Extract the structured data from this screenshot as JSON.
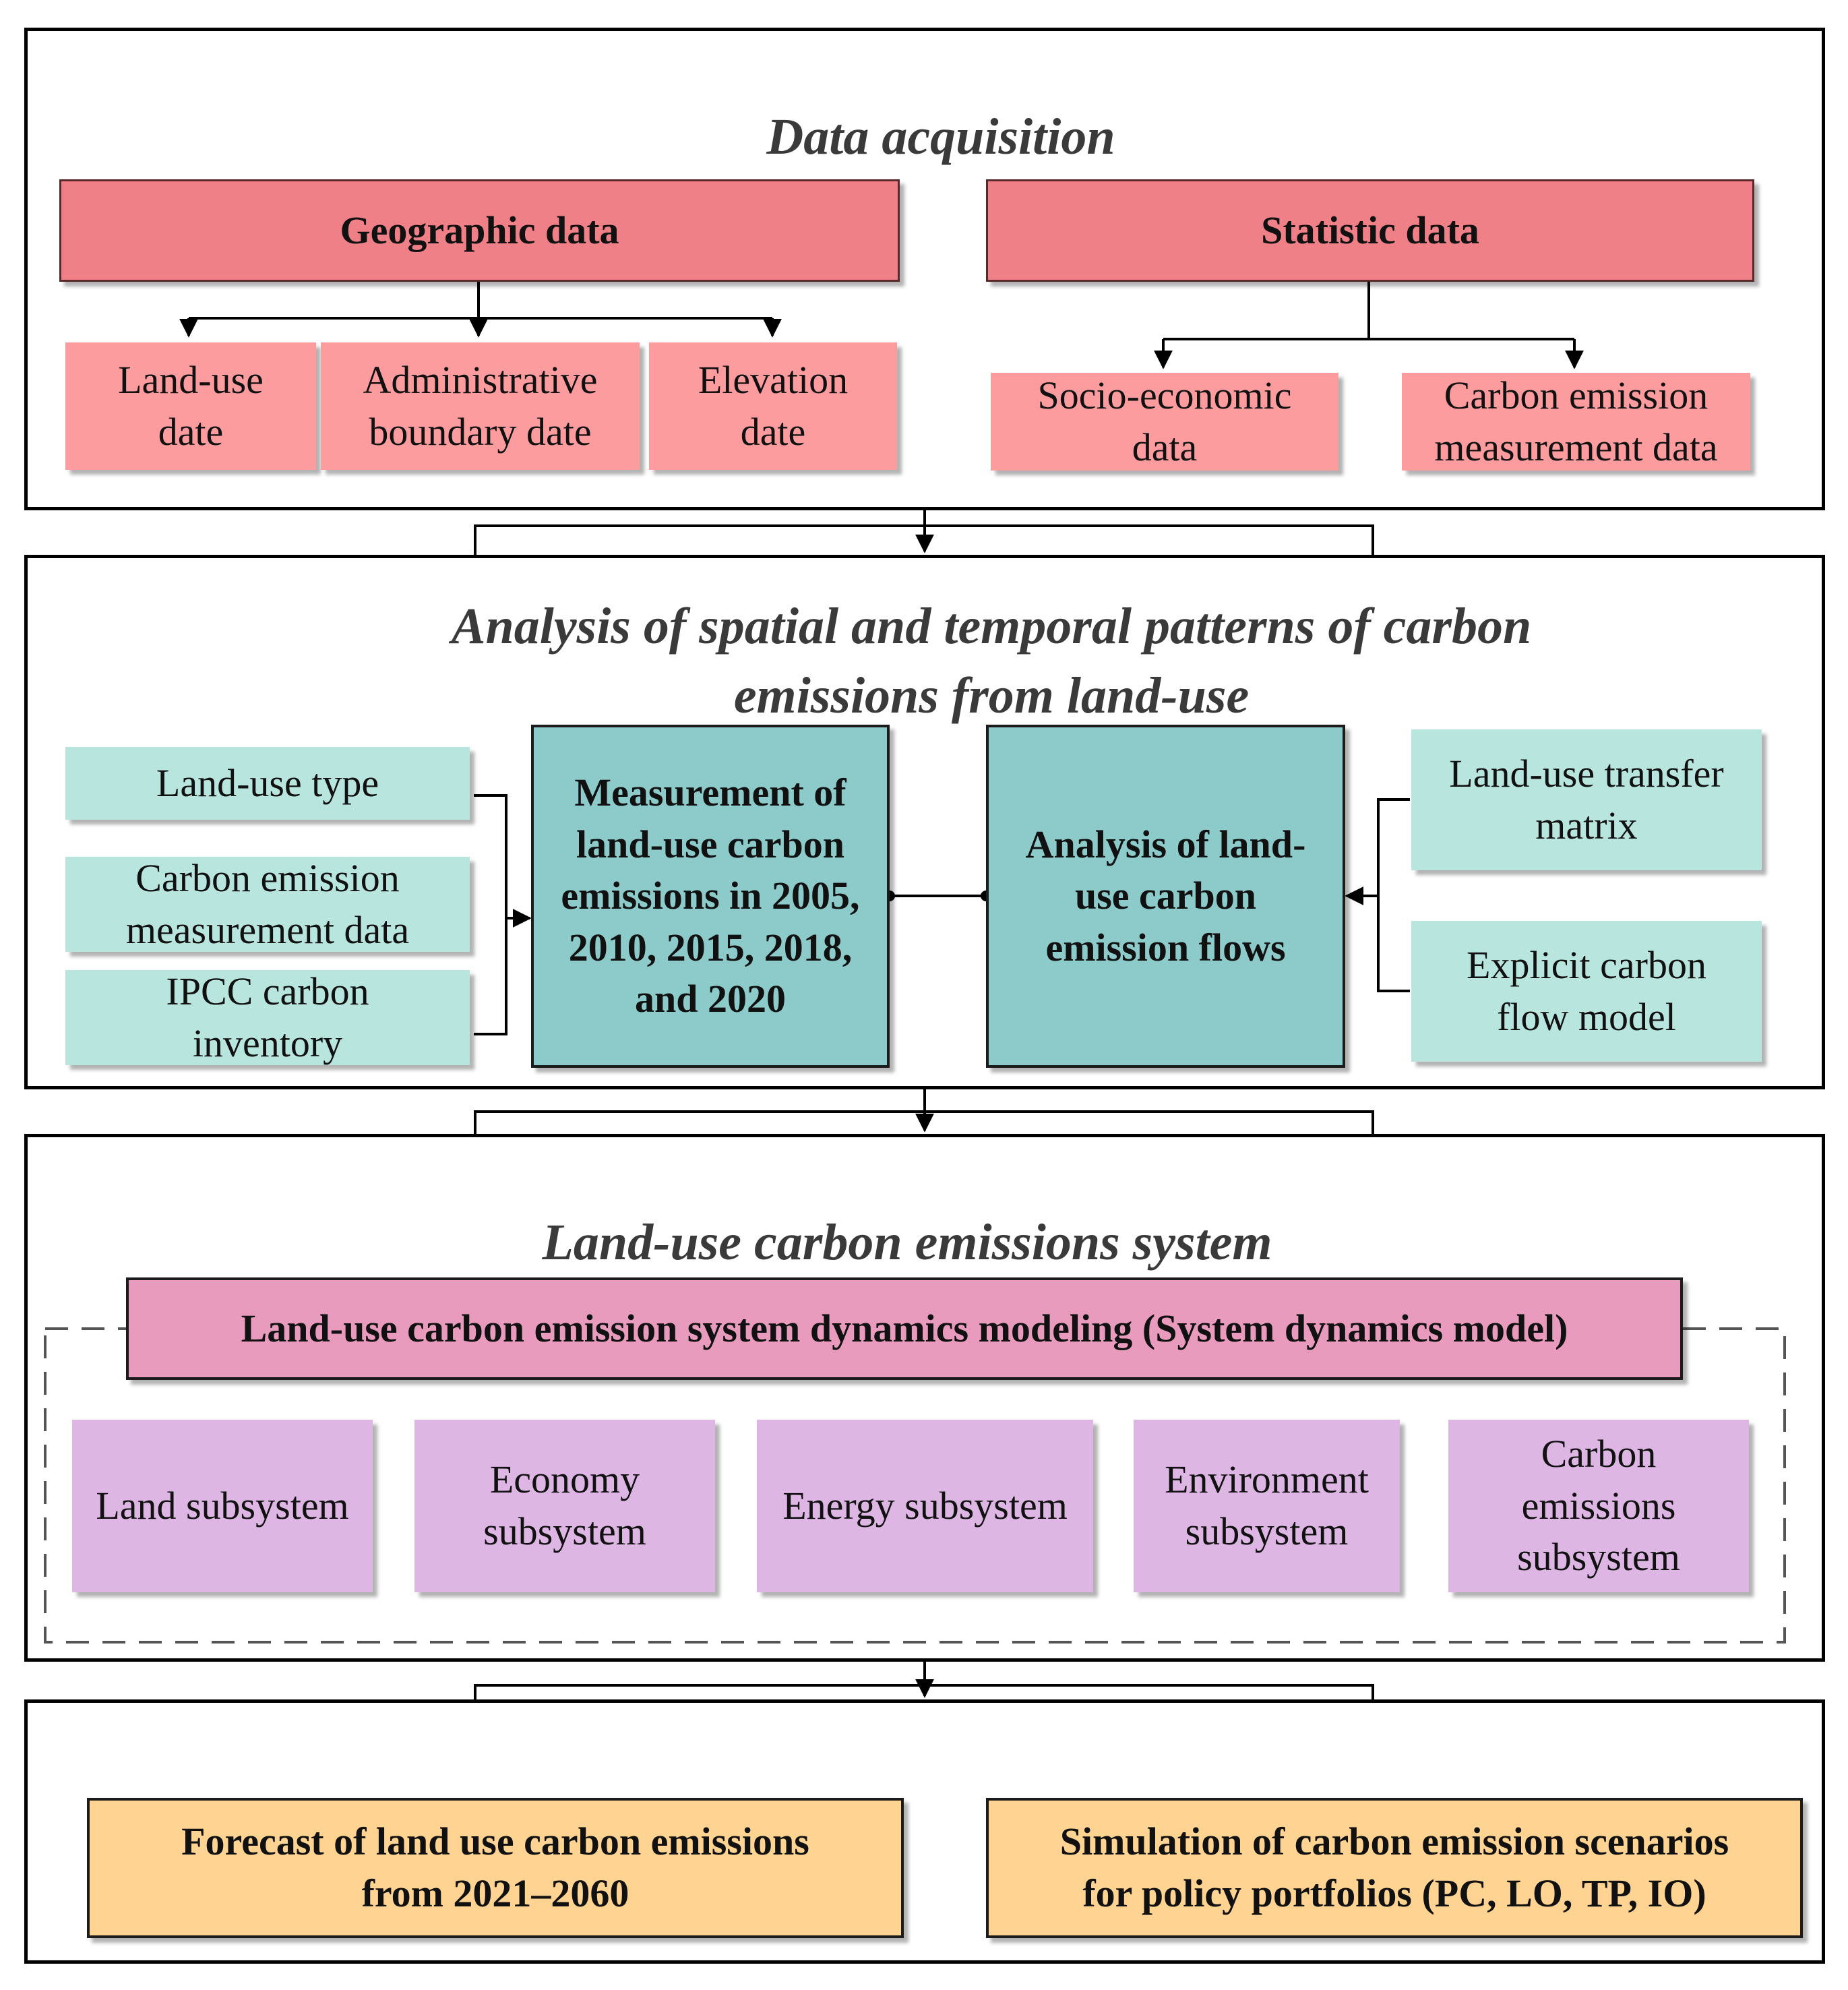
{
  "colors": {
    "geo_header": "#ef8087",
    "geo_leaf": "#fd9c9e",
    "analysis_leaf": "#b8e5dd",
    "analysis_core": "#8ccbca",
    "system_header": "#e89bbd",
    "subsystem": "#ddb6e4",
    "output": "#ffd391"
  },
  "data_acquisition": {
    "title": "Data acquisition",
    "geographic": {
      "header": "Geographic data",
      "items": [
        [
          "Land-use",
          "date"
        ],
        [
          "Administrative",
          "boundary date"
        ],
        [
          "Elevation",
          "date"
        ]
      ]
    },
    "statistic": {
      "header": "Statistic data",
      "items": [
        [
          "Socio-economic",
          "data"
        ],
        [
          "Carbon emission",
          "measurement data"
        ]
      ]
    }
  },
  "analysis": {
    "title": [
      "Analysis of spatial and temporal patterns of carbon",
      "emissions from land-use"
    ],
    "inputs_left": [
      [
        "Land-use type"
      ],
      [
        "Carbon emission",
        "measurement data"
      ],
      [
        "IPCC carbon",
        "inventory"
      ]
    ],
    "measurement": [
      "Measurement of",
      "land-use carbon",
      "emissions in 2005,",
      "2010, 2015, 2018,",
      "and 2020"
    ],
    "flows": [
      "Analysis of land-",
      "use carbon",
      "emission flows"
    ],
    "inputs_right": [
      [
        "Land-use transfer",
        "matrix"
      ],
      [
        "Explicit carbon",
        "flow model"
      ]
    ]
  },
  "system": {
    "title": "Land-use carbon emissions system",
    "header": "Land-use carbon emission system dynamics modeling  (System dynamics model)",
    "subsystems": [
      [
        "Land subsystem"
      ],
      [
        "Economy",
        "subsystem"
      ],
      [
        "Energy subsystem"
      ],
      [
        "Environment",
        "subsystem"
      ],
      [
        "Carbon",
        "emissions",
        "subsystem"
      ]
    ]
  },
  "outputs": [
    [
      "Forecast of land use carbon emissions",
      "from 2021–2060"
    ],
    [
      "Simulation of carbon emission scenarios",
      "for policy portfolios (PC, LO, TP, IO)"
    ]
  ]
}
